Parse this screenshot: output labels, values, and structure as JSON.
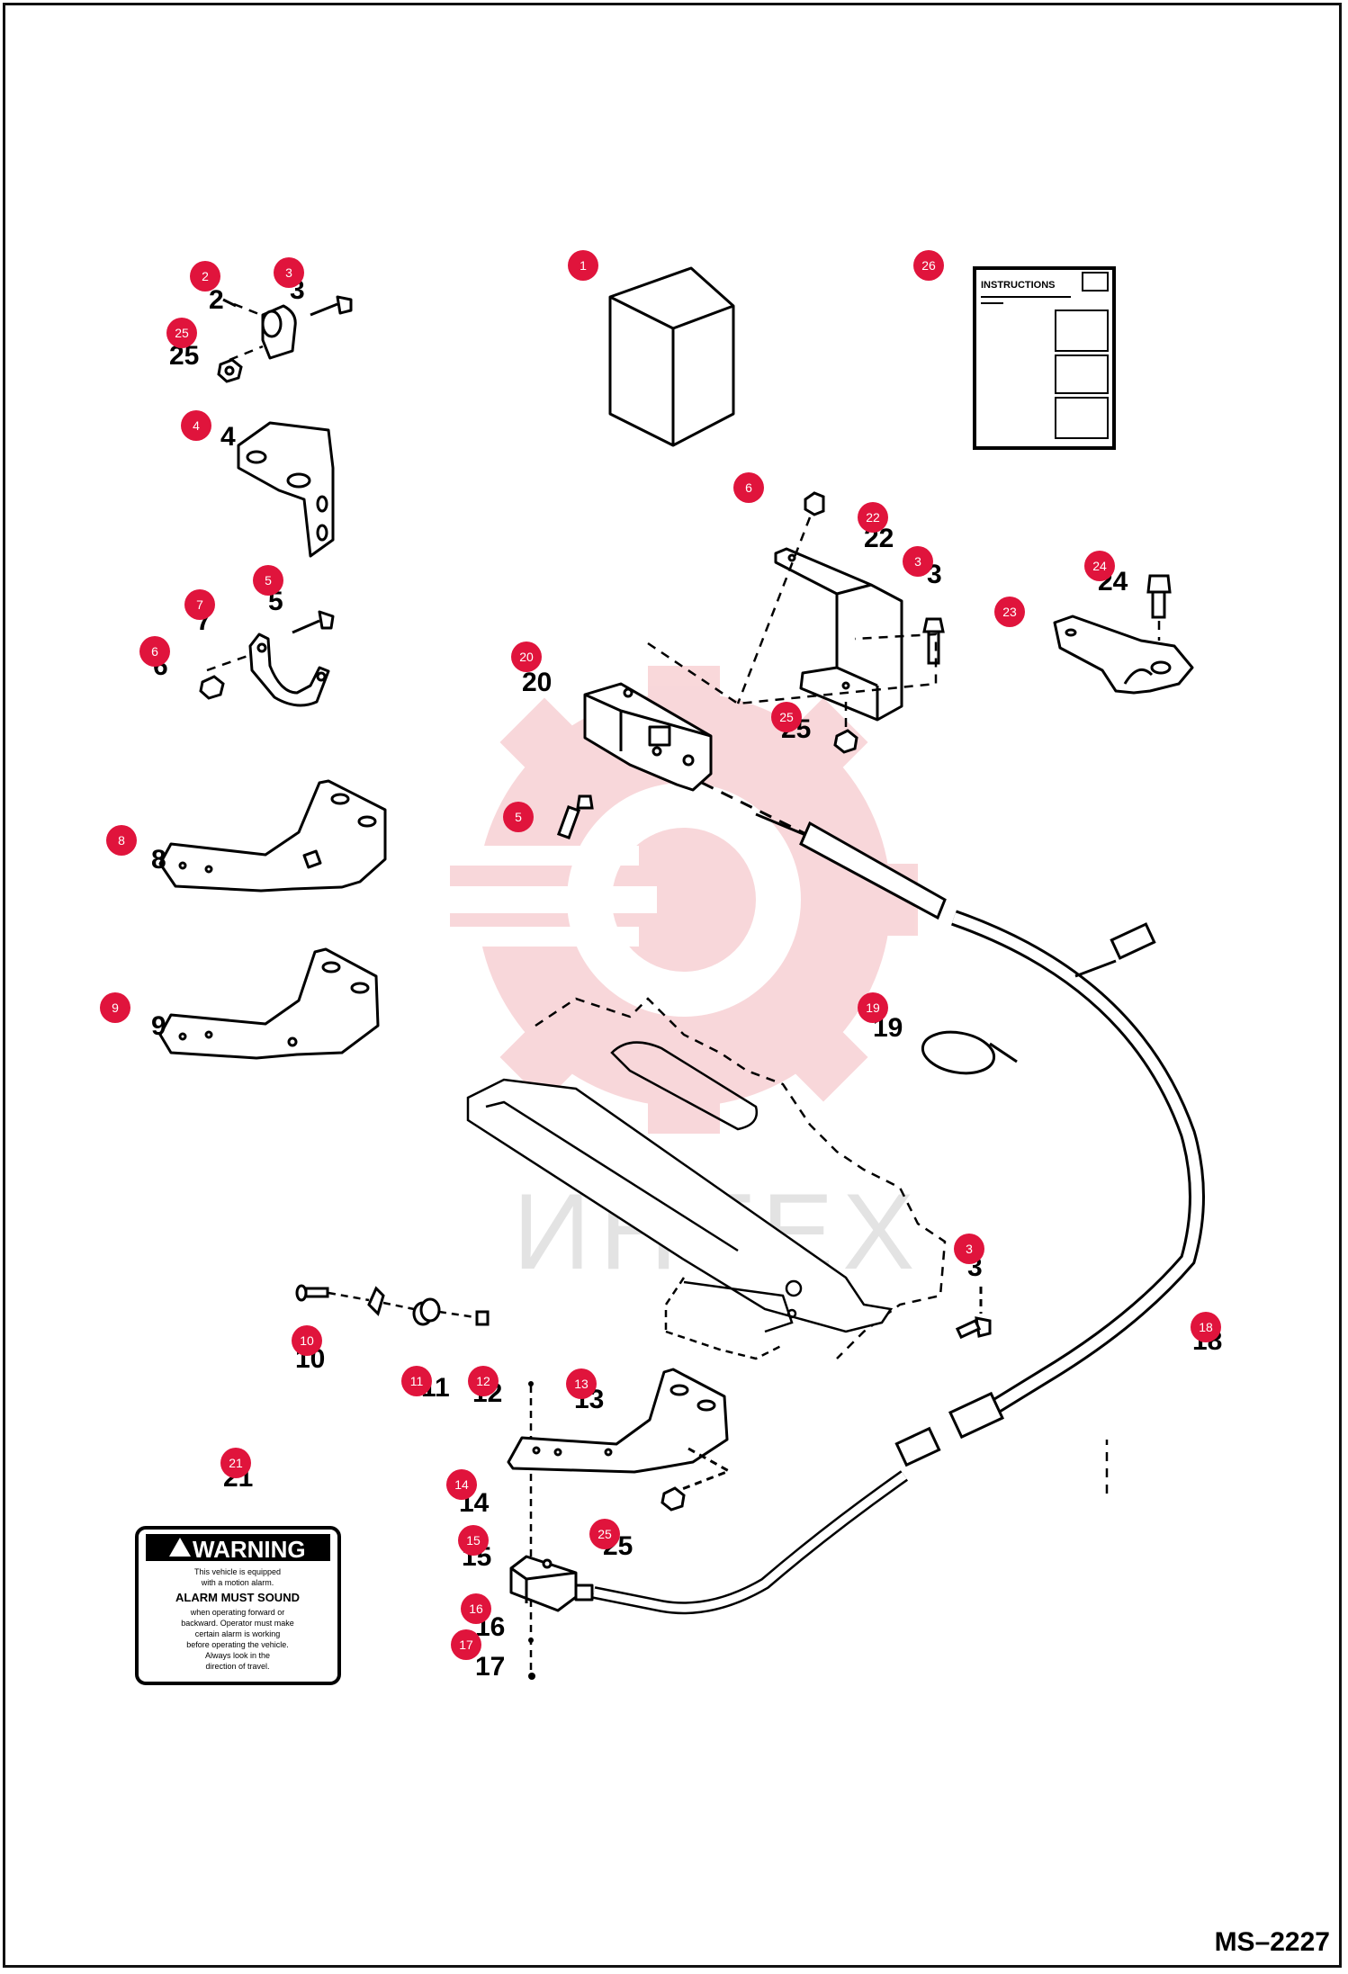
{
  "drawing_code": "MS–2227",
  "watermark": {
    "text": "ИНТЕХ",
    "color": "#f4b8bc"
  },
  "callout_color": "#e0143c",
  "instructions_sheet": {
    "title": "INSTRUCTIONS"
  },
  "warning_decal": {
    "title": "WARNING",
    "line1": "This vehicle is equipped",
    "line2": "with a motion alarm.",
    "headline": "ALARM MUST SOUND",
    "line3": "when operating forward or",
    "line4": "backward. Operator must make",
    "line5": "certain alarm is working",
    "line6": "before operating the vehicle.",
    "line7": "Always look in the",
    "line8": "direction of travel."
  },
  "callouts": [
    {
      "id": "1",
      "label": "1"
    },
    {
      "id": "2",
      "label": "2"
    },
    {
      "id": "3a",
      "label": "3"
    },
    {
      "id": "25a",
      "label": "25"
    },
    {
      "id": "4",
      "label": "4"
    },
    {
      "id": "5a",
      "label": "5"
    },
    {
      "id": "7",
      "label": "7"
    },
    {
      "id": "6a",
      "label": "6"
    },
    {
      "id": "8",
      "label": "8"
    },
    {
      "id": "9",
      "label": "9"
    },
    {
      "id": "26",
      "label": "26"
    },
    {
      "id": "6b",
      "label": "6"
    },
    {
      "id": "22",
      "label": "22"
    },
    {
      "id": "3b",
      "label": "3"
    },
    {
      "id": "24",
      "label": "24"
    },
    {
      "id": "23",
      "label": "23"
    },
    {
      "id": "20",
      "label": "20"
    },
    {
      "id": "25b",
      "label": "25"
    },
    {
      "id": "5b",
      "label": "5"
    },
    {
      "id": "19",
      "label": "19"
    },
    {
      "id": "3c",
      "label": "3"
    },
    {
      "id": "18",
      "label": "18"
    },
    {
      "id": "10",
      "label": "10"
    },
    {
      "id": "11",
      "label": "11"
    },
    {
      "id": "12",
      "label": "12"
    },
    {
      "id": "13",
      "label": "13"
    },
    {
      "id": "21",
      "label": "21"
    },
    {
      "id": "14",
      "label": "14"
    },
    {
      "id": "25c",
      "label": "25"
    },
    {
      "id": "15",
      "label": "15"
    },
    {
      "id": "16",
      "label": "16"
    },
    {
      "id": "17",
      "label": "17"
    }
  ]
}
